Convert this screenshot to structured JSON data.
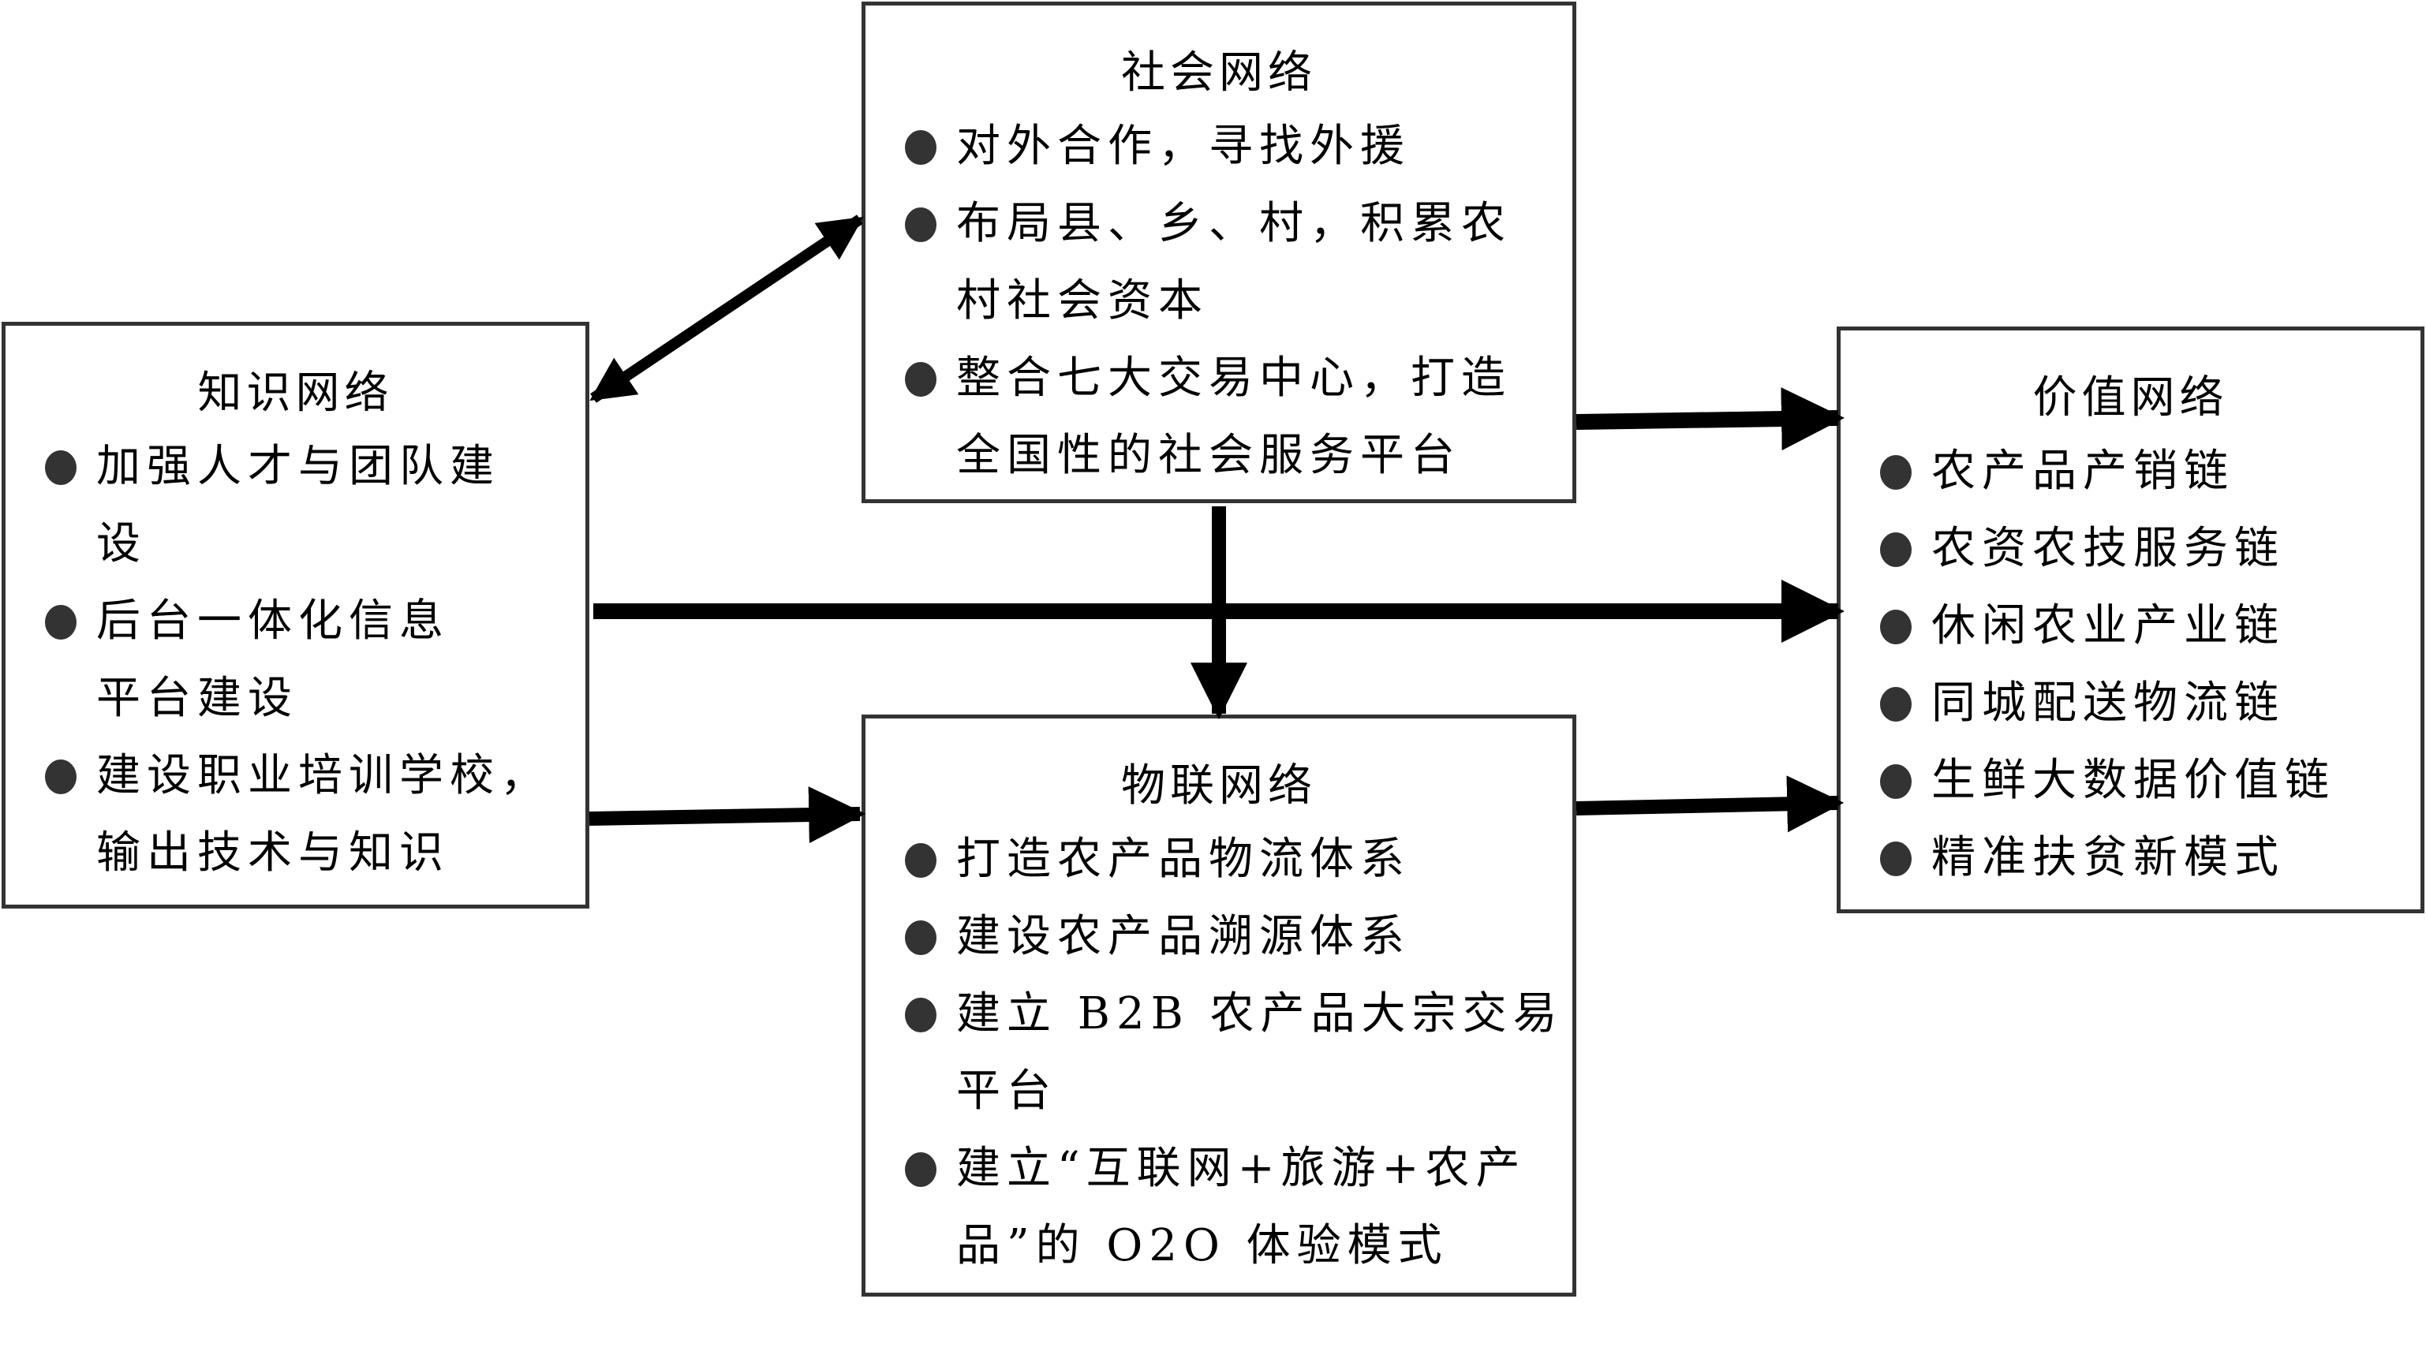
{
  "social": {
    "title": "社会网络",
    "items": [
      [
        "对外合作，寻找外援"
      ],
      [
        "布局县、乡、村，积累农",
        "村社会资本"
      ],
      [
        "整合七大交易中心，打造",
        "全国性的社会服务平台"
      ]
    ]
  },
  "knowledge": {
    "title": "知识网络",
    "items": [
      [
        "加强人才与团队建",
        "设"
      ],
      [
        "后台一体化信息",
        "平台建设"
      ],
      [
        "建设职业培训学校，",
        "输出技术与知识"
      ]
    ]
  },
  "value": {
    "title": "价值网络",
    "items": [
      [
        "农产品产销链"
      ],
      [
        "农资农技服务链"
      ],
      [
        "休闲农业产业链"
      ],
      [
        "同城配送物流链"
      ],
      [
        "生鲜大数据价值链"
      ],
      [
        "精准扶贫新模式"
      ]
    ]
  },
  "iot": {
    "title": "物联网络",
    "items": [
      [
        "打造农产品物流体系"
      ],
      [
        "建设农产品溯源体系"
      ],
      [
        "建立 B2B 农产品大宗交易",
        "平台"
      ],
      [
        "建立“互联网+旅游+农产",
        "品”的 O2O 体验模式"
      ]
    ]
  },
  "arrows": [
    {
      "from": "knowledge",
      "to": "social",
      "direction": "bidirectional"
    },
    {
      "from": "social",
      "to": "value",
      "direction": "forward"
    },
    {
      "from": "knowledge",
      "to": "value",
      "direction": "forward"
    },
    {
      "from": "social",
      "to": "iot",
      "direction": "forward"
    },
    {
      "from": "knowledge",
      "to": "iot",
      "direction": "forward"
    },
    {
      "from": "iot",
      "to": "value",
      "direction": "forward"
    }
  ]
}
